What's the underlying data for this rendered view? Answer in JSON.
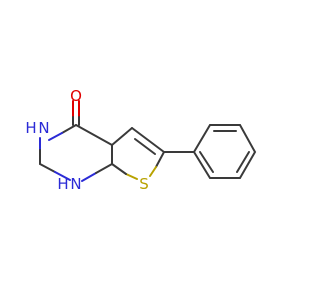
{
  "diagram": {
    "type": "chemical-structure",
    "atoms": {
      "oxygen": {
        "label": "O",
        "color": "#e00000"
      },
      "nitrogen_top": {
        "label": "N",
        "color": "#2b2bd6"
      },
      "h_top": {
        "label": "H",
        "color": "#2b2bd6"
      },
      "nitrogen_bottom": {
        "label": "N",
        "color": "#2b2bd6"
      },
      "h_bottom": {
        "label": "H",
        "color": "#2b2bd6"
      },
      "sulfur": {
        "label": "S",
        "color": "#b8a200"
      }
    },
    "bond_color": "#3a3a3a"
  }
}
